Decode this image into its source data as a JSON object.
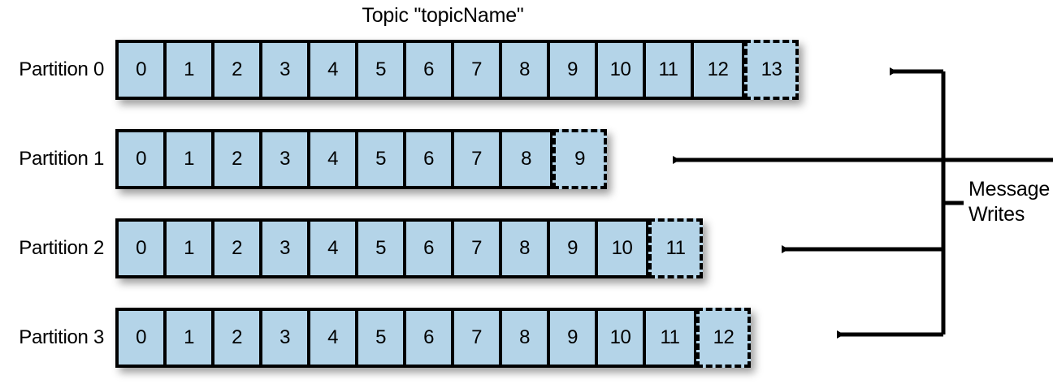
{
  "diagram": {
    "title": "Topic \"topicName\"",
    "writes_label_line1": "Message",
    "writes_label_line2": "Writes",
    "colors": {
      "cell_fill": "#b4d4e8",
      "stroke": "#000000",
      "background": "#ffffff"
    },
    "partitions": [
      {
        "label": "Partition 0",
        "committed": [
          "0",
          "1",
          "2",
          "3",
          "4",
          "5",
          "6",
          "7",
          "8",
          "9",
          "10",
          "11",
          "12"
        ],
        "pending": "13"
      },
      {
        "label": "Partition 1",
        "committed": [
          "0",
          "1",
          "2",
          "3",
          "4",
          "5",
          "6",
          "7",
          "8"
        ],
        "pending": "9"
      },
      {
        "label": "Partition 2",
        "committed": [
          "0",
          "1",
          "2",
          "3",
          "4",
          "5",
          "6",
          "7",
          "8",
          "9",
          "10"
        ],
        "pending": "11"
      },
      {
        "label": "Partition 3",
        "committed": [
          "0",
          "1",
          "2",
          "3",
          "4",
          "5",
          "6",
          "7",
          "8",
          "9",
          "10",
          "11"
        ],
        "pending": "12"
      }
    ]
  }
}
